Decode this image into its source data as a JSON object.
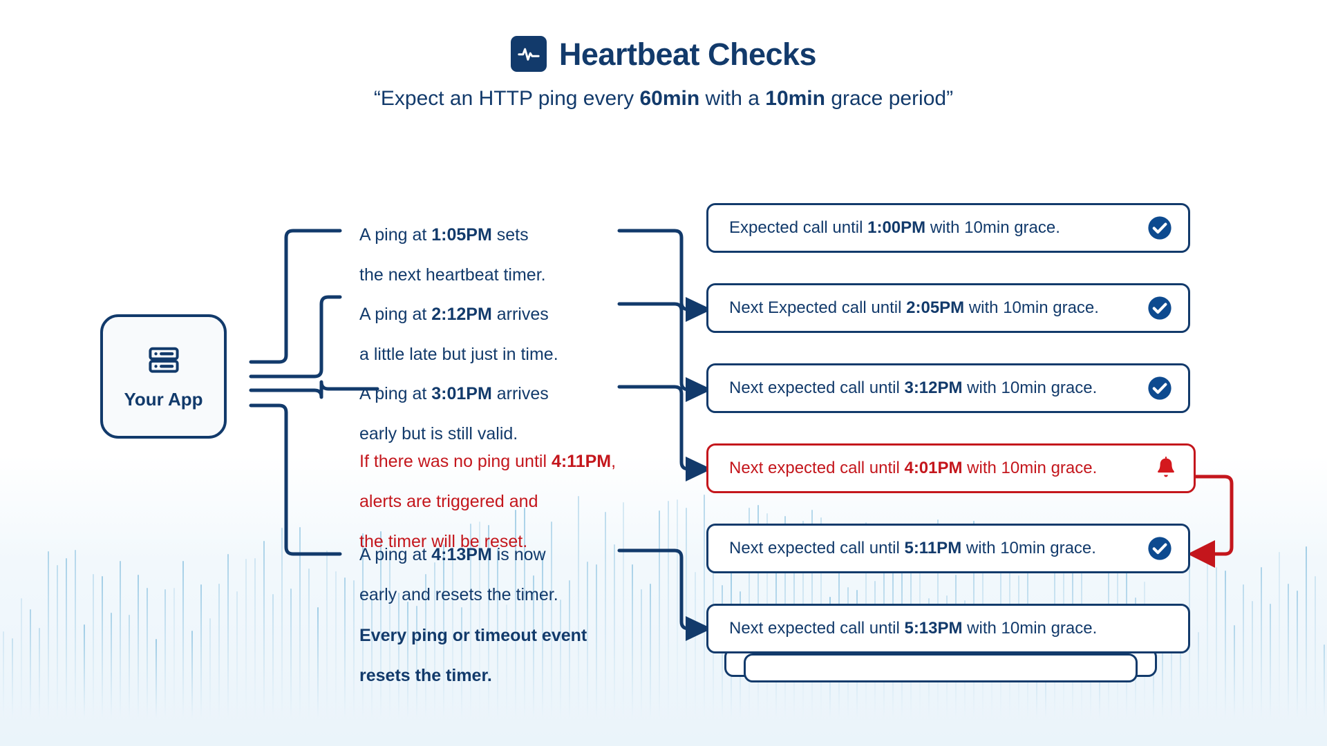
{
  "header": {
    "icon": "heartbeat-pulse-icon",
    "title": "Heartbeat Checks",
    "subtitle_prefix": "“Expect an HTTP ping every ",
    "subtitle_period": "60min",
    "subtitle_mid": " with a ",
    "subtitle_grace": "10min",
    "subtitle_suffix": " grace period”"
  },
  "app_node": {
    "icon": "server-rack-icon",
    "label": "Your App"
  },
  "steps": [
    {
      "id": "step-1",
      "kind": "normal",
      "line1_pre": "A ping at ",
      "time": "1:05PM",
      "line1_post": " sets",
      "line2": "the next heartbeat timer."
    },
    {
      "id": "step-2",
      "kind": "normal",
      "line1_pre": "A ping at ",
      "time": "2:12PM",
      "line1_post": " arrives",
      "line2": "a little late but just in time."
    },
    {
      "id": "step-3",
      "kind": "normal",
      "line1_pre": " A ping at ",
      "time": "3:01PM",
      "line1_post": " arrives",
      "line2": " early but is still valid."
    },
    {
      "id": "step-4",
      "kind": "alert",
      "line1_pre": "If there was no ping until ",
      "time": "4:11PM",
      "line1_post": ",",
      "line2": "alerts are triggered and",
      "line3": "the timer will be reset."
    },
    {
      "id": "step-5",
      "kind": "normal",
      "line1_pre": "A ping at ",
      "time": "4:13PM",
      "line1_post": " is now",
      "line2": "early and resets the timer."
    },
    {
      "id": "step-6",
      "kind": "summary",
      "line1_pre": "Every ping or timeout event",
      "time": "",
      "line1_post": "",
      "line2": "resets the timer."
    }
  ],
  "cards": [
    {
      "id": "card-1",
      "kind": "ok",
      "prefix": "Expected call until ",
      "time": "1:00PM",
      "suffix": " with 10min grace.",
      "icon": "check-circle-icon"
    },
    {
      "id": "card-2",
      "kind": "ok",
      "prefix": "Next Expected call until ",
      "time": "2:05PM",
      "suffix": " with 10min grace.",
      "icon": "check-circle-icon"
    },
    {
      "id": "card-3",
      "kind": "ok",
      "prefix": "Next expected call until ",
      "time": "3:12PM",
      "suffix": " with 10min grace.",
      "icon": "check-circle-icon"
    },
    {
      "id": "card-4",
      "kind": "alert",
      "prefix": "Next expected call until ",
      "time": "4:01PM",
      "suffix": " with 10min grace.",
      "icon": "bell-alert-icon"
    },
    {
      "id": "card-5",
      "kind": "ok",
      "prefix": "Next expected call until ",
      "time": "5:11PM",
      "suffix": " with 10min grace.",
      "icon": "check-circle-icon"
    },
    {
      "id": "card-6",
      "kind": "plain",
      "prefix": "Next expected call until ",
      "time": "5:13PM",
      "suffix": " with 10min grace.",
      "icon": "none"
    }
  ],
  "colors": {
    "brand_navy": "#123a6b",
    "alert_red": "#c4161c",
    "card_bg": "#ffffff",
    "page_bg": "#ffffff",
    "wash_blue": "#e9f3fa",
    "bar_blue": "#6eb2d8"
  }
}
